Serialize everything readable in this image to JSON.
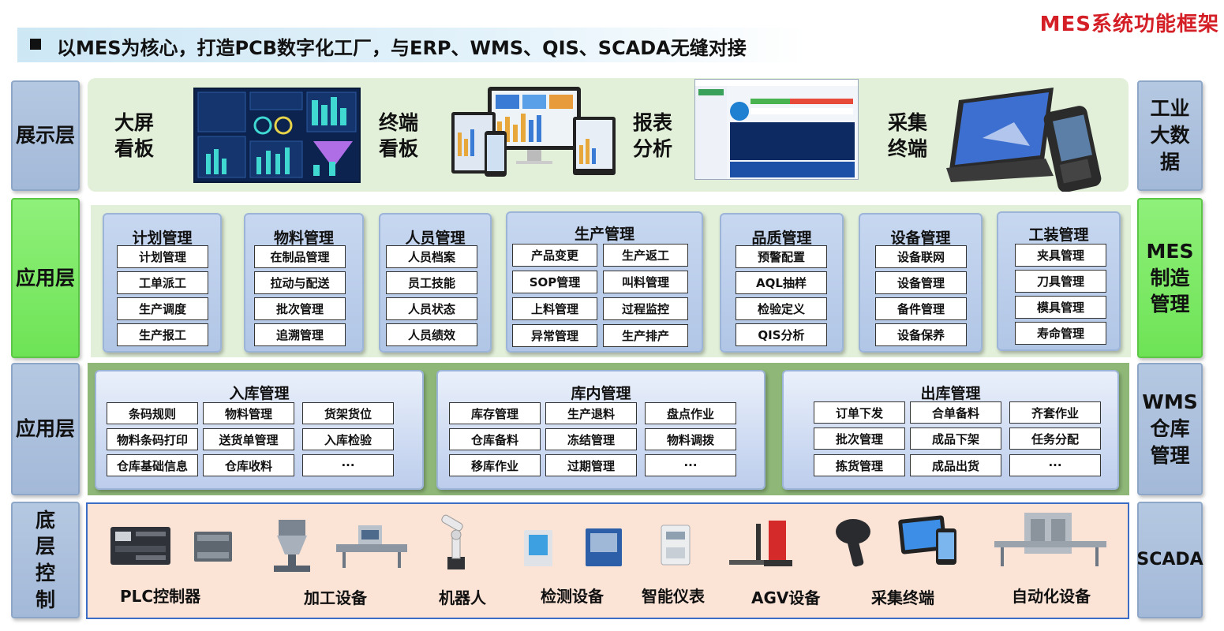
{
  "title": "MES系统功能框架",
  "banner": "以MES为核心，打造PCB数字化工厂，与ERP、WMS、QIS、SCADA无缝对接",
  "left_labels": [
    "展示层",
    "应用层",
    "应用层",
    "底层控制"
  ],
  "right_labels": [
    "工业大数据",
    "MES制造管理",
    "WMS仓库管理",
    "SCADA"
  ],
  "display": [
    "大屏看板",
    "终端看板",
    "报表分析",
    "采集终端"
  ],
  "mes_modules": [
    {
      "title": "计划管理",
      "items": [
        "计划管理",
        "工单派工",
        "生产调度",
        "生产报工"
      ]
    },
    {
      "title": "物料管理",
      "items": [
        "在制品管理",
        "拉动与配送",
        "批次管理",
        "追溯管理"
      ]
    },
    {
      "title": "人员管理",
      "items": [
        "人员档案",
        "员工技能",
        "人员状态",
        "人员绩效"
      ]
    },
    {
      "title": "生产管理",
      "items": [
        "产品变更",
        "生产返工",
        "SOP管理",
        "叫料管理",
        "上料管理",
        "过程监控",
        "异常管理",
        "生产排产"
      ]
    },
    {
      "title": "品质管理",
      "items": [
        "预警配置",
        "AQL抽样",
        "检验定义",
        "QIS分析"
      ]
    },
    {
      "title": "设备管理",
      "items": [
        "设备联网",
        "设备管理",
        "备件管理",
        "设备保养"
      ]
    },
    {
      "title": "工装管理",
      "items": [
        "夹具管理",
        "刀具管理",
        "模具管理",
        "寿命管理"
      ]
    }
  ],
  "wms_modules": [
    {
      "title": "入库管理",
      "items": [
        "条码规则",
        "物料管理",
        "货架货位",
        "物料条码打印",
        "送货单管理",
        "入库检验",
        "仓库基础信息",
        "仓库收料",
        "···"
      ]
    },
    {
      "title": "库内管理",
      "items": [
        "库存管理",
        "生产退料",
        "盘点作业",
        "仓库备料",
        "冻结管理",
        "物料调拨",
        "移库作业",
        "过期管理",
        "···"
      ]
    },
    {
      "title": "出库管理",
      "items": [
        "订单下发",
        "合单备料",
        "齐套作业",
        "批次管理",
        "成品下架",
        "任务分配",
        "拣货管理",
        "成品出货",
        "···"
      ]
    }
  ],
  "devices": [
    "PLC控制器",
    "加工设备",
    "机器人",
    "检测设备",
    "智能仪表",
    "AGV设备",
    "采集终端",
    "自动化设备"
  ],
  "colors": {
    "title_red": "#d41f27",
    "label_blue": "#a3b9d8",
    "label_green": "#6ee356",
    "band_green": "#e2f0d9",
    "wms_green": "#8fb878",
    "scada_peach": "#fbe3d6"
  }
}
